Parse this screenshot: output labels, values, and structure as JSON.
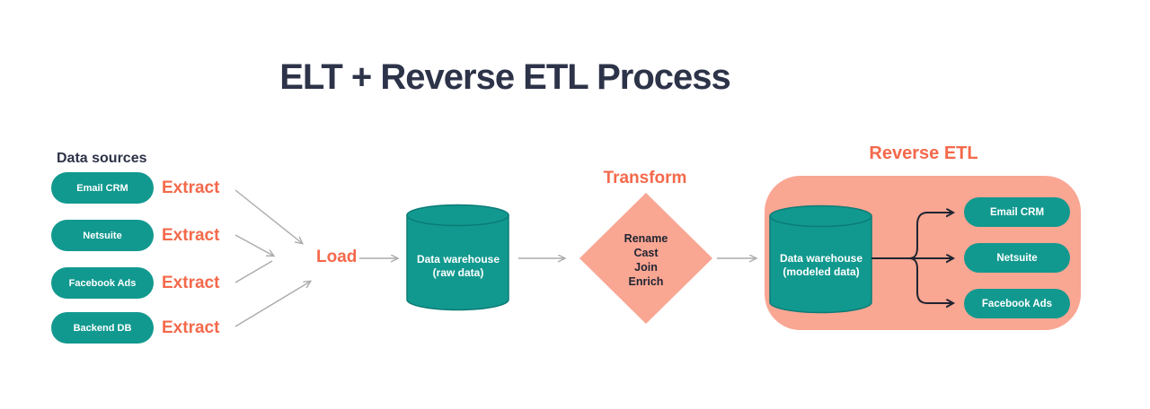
{
  "title": "ELT + Reverse ETL Process",
  "colors": {
    "teal": "#12998F",
    "teal_stroke": "#0B7C76",
    "salmon": "#F9A693",
    "orange": "#F4694B",
    "navy": "#2D3348",
    "arrow_gray": "#ABABAB",
    "arrow_dark": "#1F2430"
  },
  "data_sources": {
    "heading": "Data sources",
    "items": [
      "Email CRM",
      "Netsuite",
      "Facebook Ads",
      "Backend DB"
    ],
    "extract_label": "Extract"
  },
  "stages": {
    "load_label": "Load",
    "transform_label": "Transform",
    "reverse_etl_label": "Reverse ETL"
  },
  "warehouse_raw": {
    "line1": "Data warehouse",
    "line2": "(raw data)"
  },
  "warehouse_modeled": {
    "line1": "Data warehouse",
    "line2": "(modeled data)"
  },
  "transform_steps": [
    "Rename",
    "Cast",
    "Join",
    "Enrich"
  ],
  "destinations": [
    "Email CRM",
    "Netsuite",
    "Facebook Ads"
  ]
}
